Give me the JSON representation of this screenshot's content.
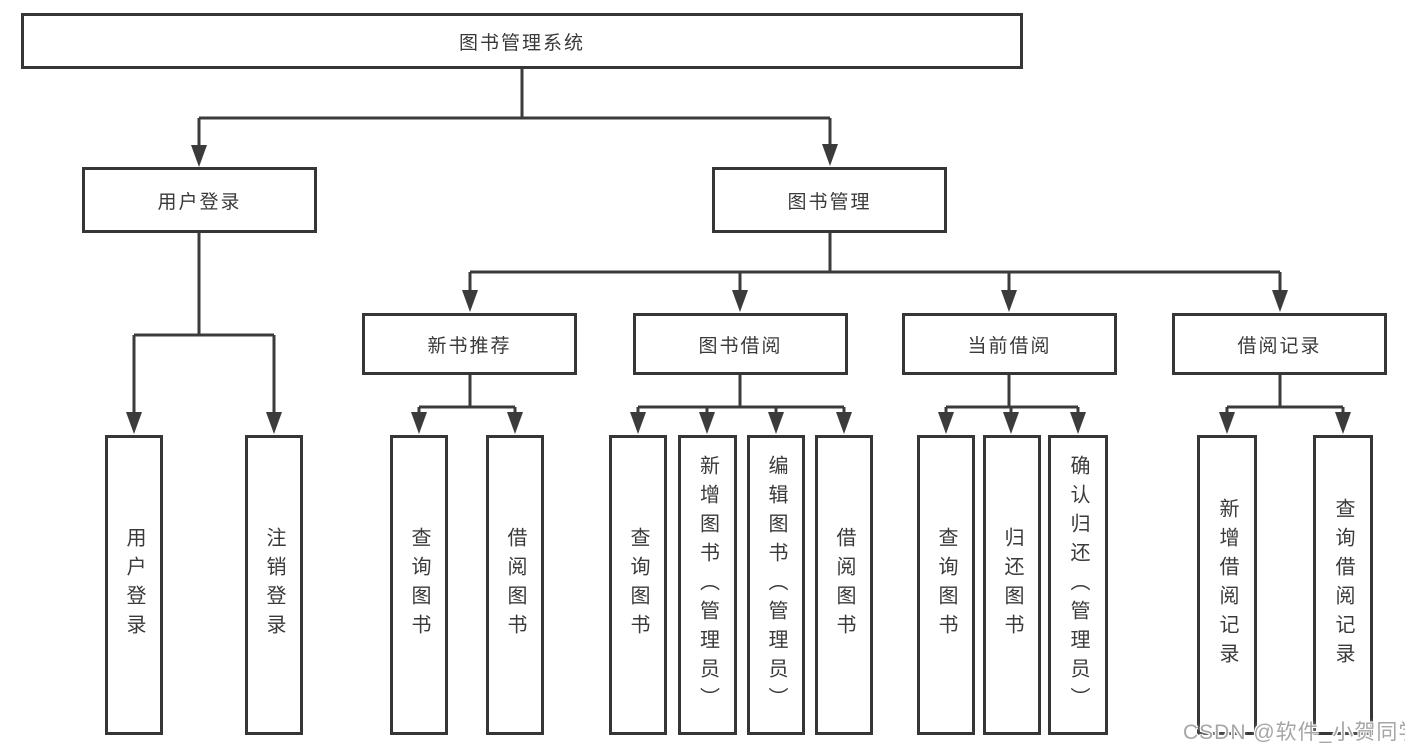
{
  "tree": {
    "root": {
      "label": "图书管理系统"
    },
    "branches": [
      {
        "label": "用户登录",
        "children": [
          {
            "label": "用户登录"
          },
          {
            "label": "注销登录"
          }
        ]
      },
      {
        "label": "图书管理",
        "children": [
          {
            "label": "新书推荐",
            "children": [
              {
                "label": "查询图书"
              },
              {
                "label": "借阅图书"
              }
            ]
          },
          {
            "label": "图书借阅",
            "children": [
              {
                "label": "查询图书"
              },
              {
                "label": "新增图书（管理员）"
              },
              {
                "label": "编辑图书（管理员）"
              },
              {
                "label": "借阅图书"
              }
            ]
          },
          {
            "label": "当前借阅",
            "children": [
              {
                "label": "查询图书"
              },
              {
                "label": "归还图书"
              },
              {
                "label": "确认归还（管理员）"
              }
            ]
          },
          {
            "label": "借阅记录",
            "children": [
              {
                "label": "新增借阅记录"
              },
              {
                "label": "查询借阅记录"
              }
            ]
          }
        ]
      }
    ]
  },
  "watermark": {
    "text": "CSDN @软件_小贺同学"
  },
  "colors": {
    "line": "#3b3b3b",
    "box_border": "#363636",
    "text": "#3a3a3a",
    "watermark": "#a6a6a6",
    "background": "#ffffff"
  }
}
